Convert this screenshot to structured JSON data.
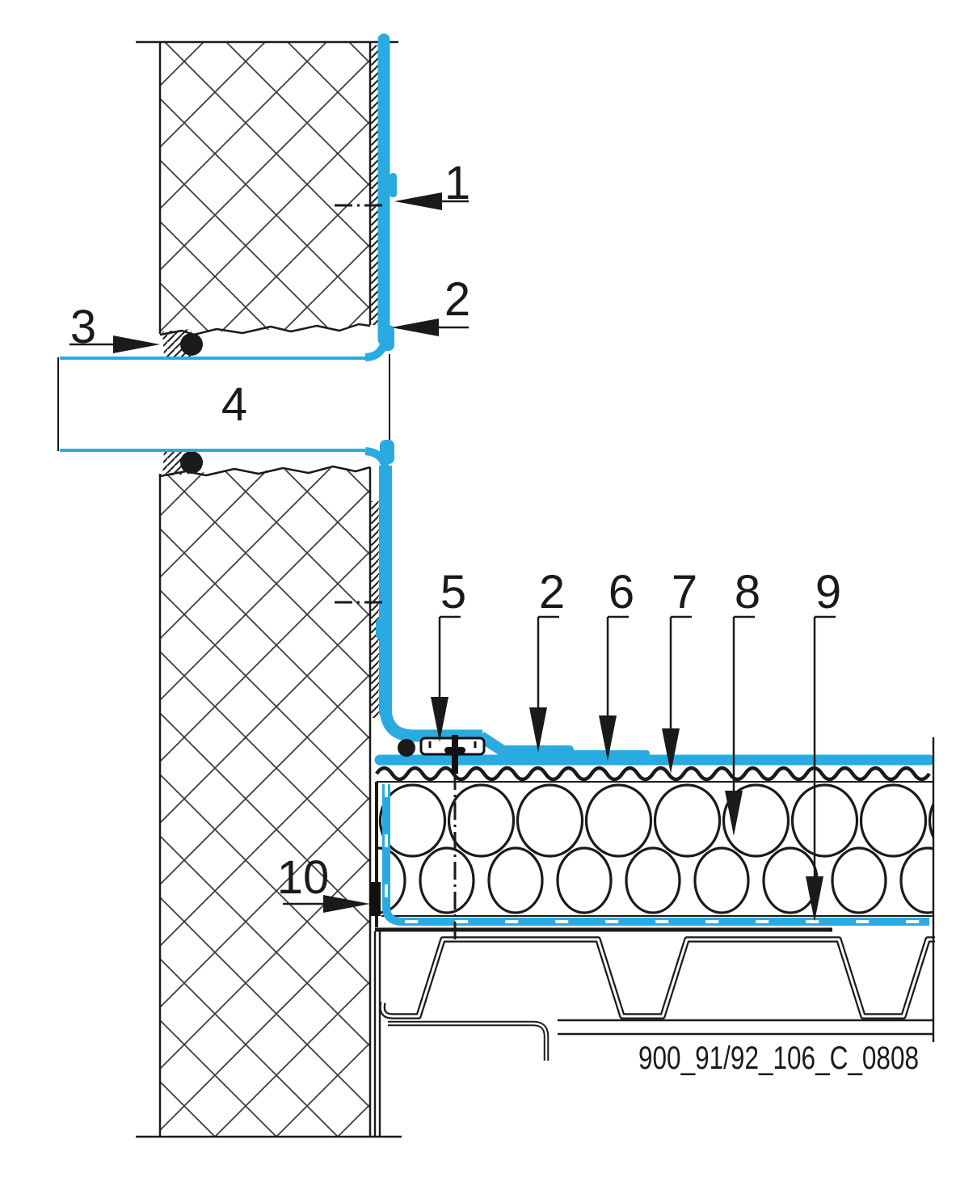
{
  "drawing": {
    "number": "900_91/92_106_C_0808",
    "colors": {
      "membrane": "#29ABE2",
      "line": "#1a1a1a",
      "hatch": "#3a3a3a"
    },
    "callouts": {
      "c1": "1",
      "c2_upper": "2",
      "c3": "3",
      "c4": "4",
      "c5": "5",
      "c2_roof": "2",
      "c6": "6",
      "c7": "7",
      "c8": "8",
      "c9": "9",
      "c10": "10"
    }
  }
}
